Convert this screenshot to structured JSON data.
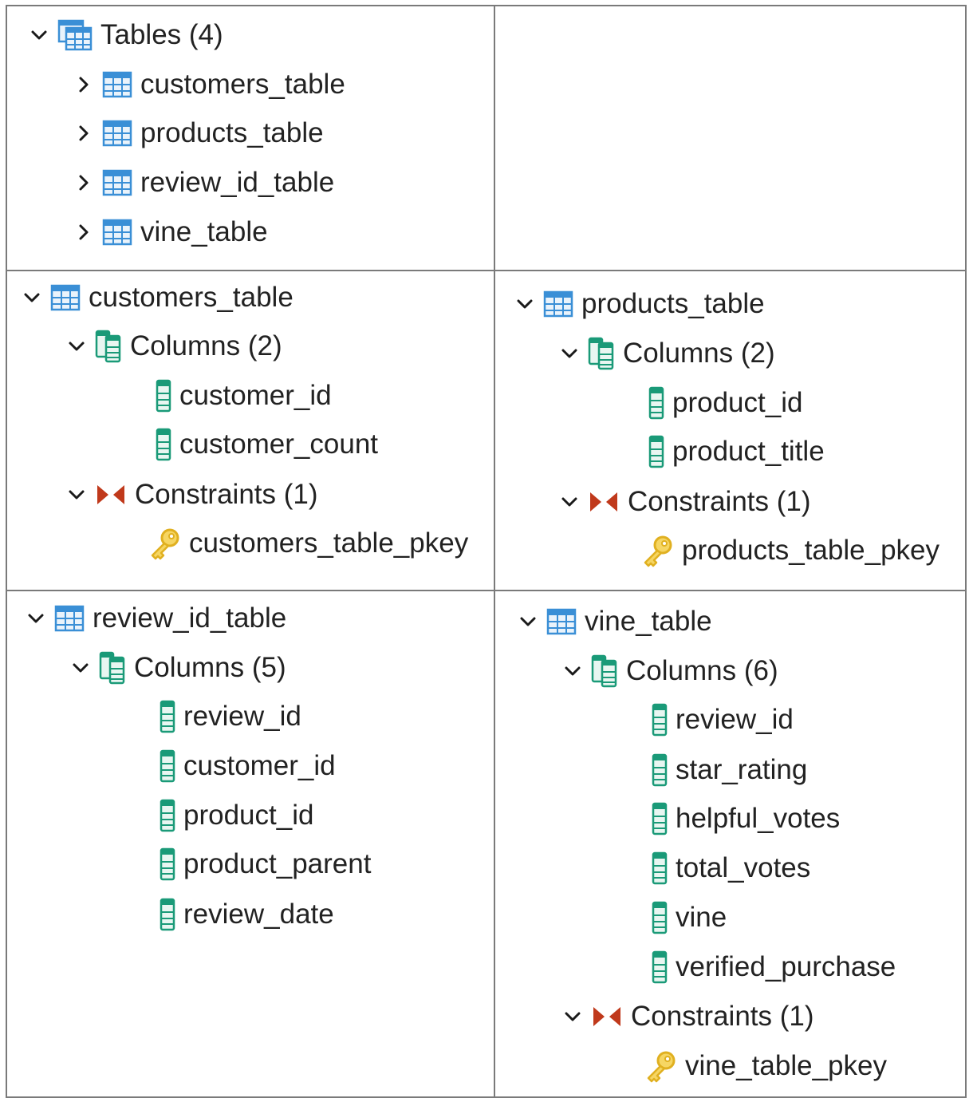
{
  "colors": {
    "border": "#7a7a7a",
    "table_icon": "#3a8fd6",
    "column_icon": "#1a9a78",
    "constraint_icon": "#c0391b",
    "key_icon": "#e0b020",
    "text": "#222222"
  },
  "icons": {
    "expanded": "chevron-down-icon",
    "collapsed": "chevron-right-icon",
    "tables": "tables-icon",
    "table": "table-icon",
    "columns": "columns-icon",
    "column": "column-icon",
    "constraints": "constraints-icon",
    "key": "key-icon"
  },
  "tables_panel": {
    "header": "Tables (4)",
    "items": [
      "customers_table",
      "products_table",
      "review_id_table",
      "vine_table"
    ]
  },
  "customers_panel": {
    "table": "customers_table",
    "columns_header": "Columns (2)",
    "columns": [
      "customer_id",
      "customer_count"
    ],
    "constraints_header": "Constraints (1)",
    "constraints": [
      "customers_table_pkey"
    ]
  },
  "products_panel": {
    "table": "products_table",
    "columns_header": "Columns (2)",
    "columns": [
      "product_id",
      "product_title"
    ],
    "constraints_header": "Constraints (1)",
    "constraints": [
      "products_table_pkey"
    ]
  },
  "review_panel": {
    "table": "review_id_table",
    "columns_header": "Columns (5)",
    "columns": [
      "review_id",
      "customer_id",
      "product_id",
      "product_parent",
      "review_date"
    ]
  },
  "vine_panel": {
    "table": "vine_table",
    "columns_header": "Columns (6)",
    "columns": [
      "review_id",
      "star_rating",
      "helpful_votes",
      "total_votes",
      "vine",
      "verified_purchase"
    ],
    "constraints_header": "Constraints (1)",
    "constraints": [
      "vine_table_pkey"
    ]
  }
}
